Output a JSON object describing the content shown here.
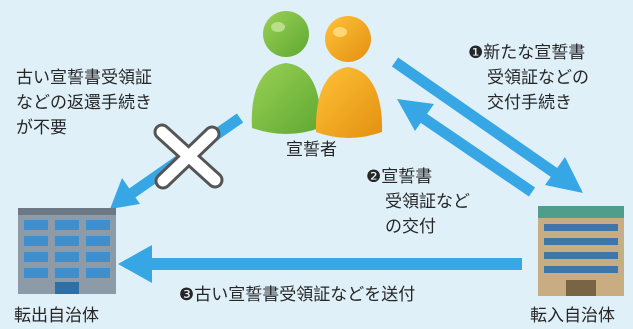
{
  "note_return": [
    "古い宣誓書受領証",
    "などの返還手続き",
    "が不要"
  ],
  "declarer": "宣誓者",
  "step1": {
    "num": "❶",
    "lines": [
      "新たな宣誓書",
      "受領証などの",
      "交付手続き"
    ]
  },
  "step2": {
    "num": "❷",
    "lines": [
      "宣誓書",
      "受領証など",
      "の交付"
    ]
  },
  "step3": {
    "num": "❸",
    "text": "古い宣誓書受領証などを送付"
  },
  "origin_municipality": "転出自治体",
  "dest_municipality": "転入自治体",
  "colors": {
    "background": "#dff0f9",
    "arrow": "#36a6e4",
    "person_green": "#7cc241",
    "person_orange": "#f2a51f"
  }
}
